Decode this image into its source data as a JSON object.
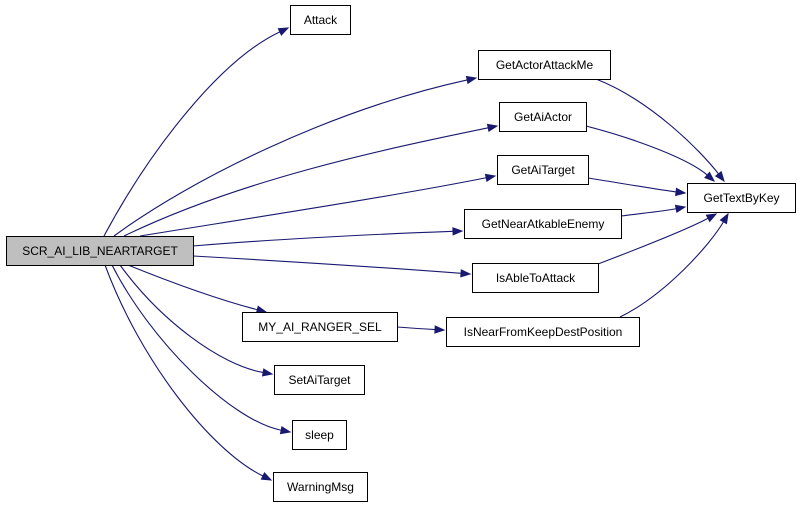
{
  "graph": {
    "type": "call-graph",
    "colors": {
      "edge": "#191970",
      "node_border": "#000000",
      "node_fill": "#ffffff",
      "root_fill": "#bfbfbf"
    },
    "nodes": [
      {
        "id": "root",
        "label": "SCR_AI_LIB_NEARTARGET",
        "root": true
      },
      {
        "id": "attack",
        "label": "Attack"
      },
      {
        "id": "getactorattackme",
        "label": "GetActorAttackMe"
      },
      {
        "id": "getaiactor",
        "label": "GetAiActor"
      },
      {
        "id": "getaitarget",
        "label": "GetAiTarget"
      },
      {
        "id": "getnearatkableenemy",
        "label": "GetNearAtkableEnemy"
      },
      {
        "id": "isabletoattack",
        "label": "IsAbleToAttack"
      },
      {
        "id": "my_ai_ranger_sel",
        "label": "MY_AI_RANGER_SEL"
      },
      {
        "id": "isnearfromkeepdestposition",
        "label": "IsNearFromKeepDestPosition"
      },
      {
        "id": "setaitarget",
        "label": "SetAiTarget"
      },
      {
        "id": "sleep",
        "label": "sleep"
      },
      {
        "id": "warningmsg",
        "label": "WarningMsg"
      },
      {
        "id": "gettextbykey",
        "label": "GetTextByKey"
      }
    ],
    "edges": [
      {
        "from": "root",
        "to": "attack"
      },
      {
        "from": "root",
        "to": "getactorattackme"
      },
      {
        "from": "root",
        "to": "getaiactor"
      },
      {
        "from": "root",
        "to": "getaitarget"
      },
      {
        "from": "root",
        "to": "getnearatkableenemy"
      },
      {
        "from": "root",
        "to": "isabletoattack"
      },
      {
        "from": "root",
        "to": "my_ai_ranger_sel"
      },
      {
        "from": "root",
        "to": "setaitarget"
      },
      {
        "from": "root",
        "to": "sleep"
      },
      {
        "from": "root",
        "to": "warningmsg"
      },
      {
        "from": "my_ai_ranger_sel",
        "to": "isnearfromkeepdestposition"
      },
      {
        "from": "getactorattackme",
        "to": "gettextbykey"
      },
      {
        "from": "getaiactor",
        "to": "gettextbykey"
      },
      {
        "from": "getaitarget",
        "to": "gettextbykey"
      },
      {
        "from": "getnearatkableenemy",
        "to": "gettextbykey"
      },
      {
        "from": "isabletoattack",
        "to": "gettextbykey"
      },
      {
        "from": "isnearfromkeepdestposition",
        "to": "gettextbykey"
      }
    ]
  }
}
